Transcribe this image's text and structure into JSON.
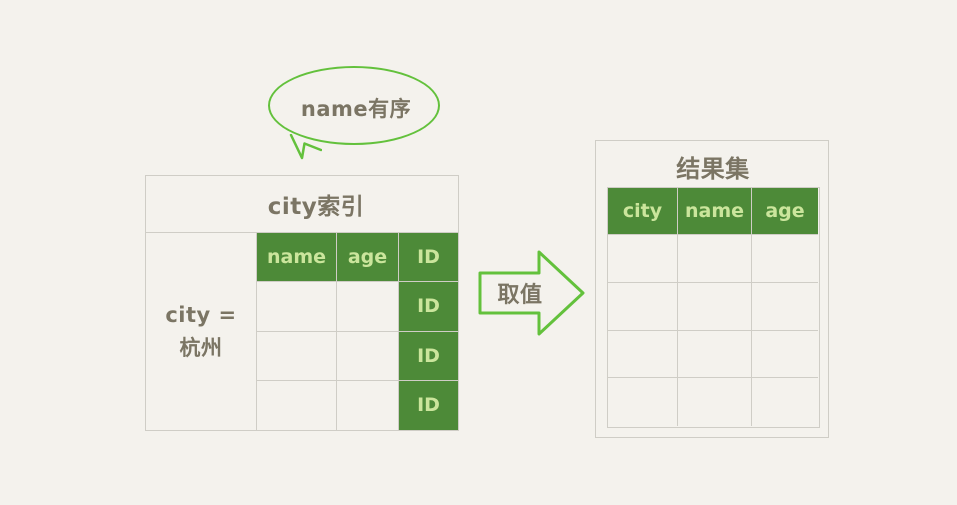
{
  "page": {
    "background_color": "#f4f2ed",
    "ink_color": "#7b7564",
    "green_fill": "#4d8a38",
    "green_outline": "#63c13c",
    "light_green_text": "#cbe59c",
    "border_color": "#cfcdc6"
  },
  "callout": {
    "text": "name有序"
  },
  "left_table": {
    "title": "city索引",
    "condition_label_line1": "city =",
    "condition_label_line2": "杭州",
    "columns": [
      "name",
      "age",
      "ID"
    ],
    "rows": [
      {
        "name": "name",
        "age": "age",
        "id": "ID",
        "header": true
      },
      {
        "name": "",
        "age": "",
        "id": "ID",
        "header": false
      },
      {
        "name": "",
        "age": "",
        "id": "ID",
        "header": false
      },
      {
        "name": "",
        "age": "",
        "id": "ID",
        "header": false
      }
    ]
  },
  "arrow": {
    "label": "取值"
  },
  "right_table": {
    "title": "结果集",
    "columns": [
      "city",
      "name",
      "age"
    ],
    "rows": [
      {
        "city": "",
        "name": "",
        "age": ""
      },
      {
        "city": "",
        "name": "",
        "age": ""
      },
      {
        "city": "",
        "name": "",
        "age": ""
      },
      {
        "city": "",
        "name": "",
        "age": ""
      }
    ]
  }
}
